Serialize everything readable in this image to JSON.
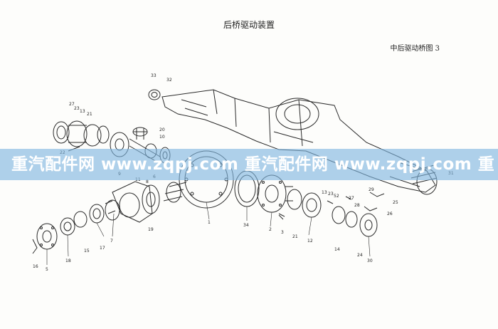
{
  "title": "后桥驱动装置",
  "subtitle": "中后驱动桥图 3",
  "watermark": "重汽配件网 www.zqpj.com 重汽配件网 www.zqpj.com 重",
  "callouts": [
    "33",
    "32",
    "27",
    "23",
    "13",
    "21",
    "20",
    "10",
    "22",
    "9",
    "6",
    "11",
    "8",
    "7",
    "1",
    "5",
    "16",
    "18",
    "15",
    "17",
    "19",
    "34",
    "2",
    "3",
    "21",
    "12",
    "14",
    "13",
    "23",
    "52",
    "27",
    "29",
    "25",
    "26",
    "28",
    "24",
    "30",
    "31"
  ],
  "colors": {
    "ink": "#2a2a2a",
    "watermark": "#7eb4de"
  }
}
